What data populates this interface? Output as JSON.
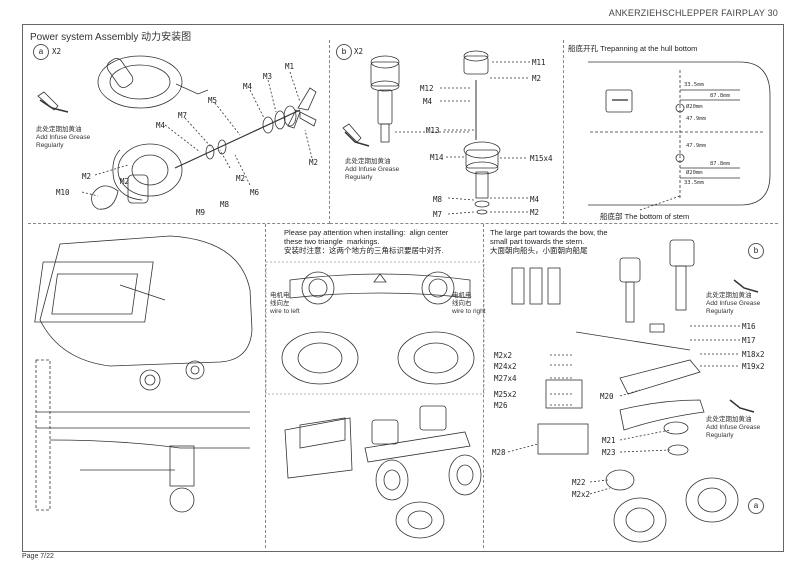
{
  "header": {
    "title": "ANKERZIEHSCHLEPPER FAIRPLAY 30",
    "section": "Power system Assembly  动力安装图"
  },
  "panel_a": {
    "marker": "a",
    "qty": "X2",
    "labels": [
      "M1",
      "M2",
      "M3",
      "M4",
      "M5",
      "M7",
      "M4",
      "M2",
      "M6",
      "M8",
      "M9",
      "M2",
      "M10",
      "M2"
    ],
    "grease_note": "此处定期加黄油\nAdd Infuse Grease\nRegularly"
  },
  "panel_b": {
    "marker": "b",
    "qty": "X2",
    "labels": [
      "M11",
      "M12",
      "M2",
      "M4",
      "M13",
      "M14",
      "M15x4",
      "M8",
      "M4",
      "M7",
      "M2"
    ],
    "grease_note": "此处定期加黄油\nAdd Infuse Grease\nRegularly"
  },
  "panel_c": {
    "title": "船底开孔 Trepanning at the hull bottom",
    "dims": [
      "33.5mm",
      "87.8mm",
      "Ø20mm",
      "47.9mm",
      "47.9mm",
      "87.8mm",
      "Ø20mm",
      "33.5mm"
    ],
    "caption": "船底部 The bottom of stem"
  },
  "panel_e": {
    "note": "Please pay attention when installing:  align center\nthese two triangle  markings.\n安装时注意：这两个地方的三角标识要居中对齐.",
    "left_note": "电机电\n线向左\nwire to left",
    "right_note": "电机电\n线向右\nwire to right"
  },
  "panel_f": {
    "note": "The large part towards the bow, the\nsmall part towards the stern.\n大面朝向船头，小面朝向船尾",
    "marker_b": "b",
    "marker_a": "a",
    "grease_note": "此处定期加黄油\nAdd Infuse Grease\nRegularly",
    "grease_note2": "此处定期加黄油\nAdd Infuse Grease\nRegularly",
    "labels": [
      "M16",
      "M17",
      "M18x2",
      "M19x2",
      "M2x2",
      "M24x2",
      "M27x4",
      "M25x2",
      "M26",
      "M20",
      "M21",
      "M23",
      "M28",
      "M22",
      "M2x2"
    ]
  },
  "footer": {
    "page": "Page 7/22"
  }
}
